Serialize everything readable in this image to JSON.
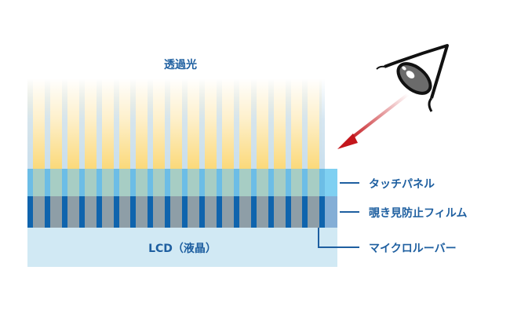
{
  "diagram": {
    "title_light": "透過光",
    "layers": [
      {
        "id": "touch-panel",
        "label": "タッチパネル",
        "color": "#a7cdc4",
        "stripe_color": "#6cbde6"
      },
      {
        "id": "privacy-film",
        "label": "覗き見防止フィルム",
        "color": "#8e9ea7",
        "stripe_color": "#0f64ad"
      },
      {
        "id": "lcd",
        "label": "LCD（液晶）",
        "color": "#d1e9f4"
      }
    ],
    "callouts": {
      "touch_panel": "タッチパネル",
      "privacy_film": "覗き見防止フィルム",
      "micro_louver": "マイクロルーバー"
    },
    "lcd_label": "LCD（液晶）",
    "colors": {
      "text": "#1e5fa0",
      "arrow": "#c4161c",
      "light": "#fbd97a"
    }
  }
}
